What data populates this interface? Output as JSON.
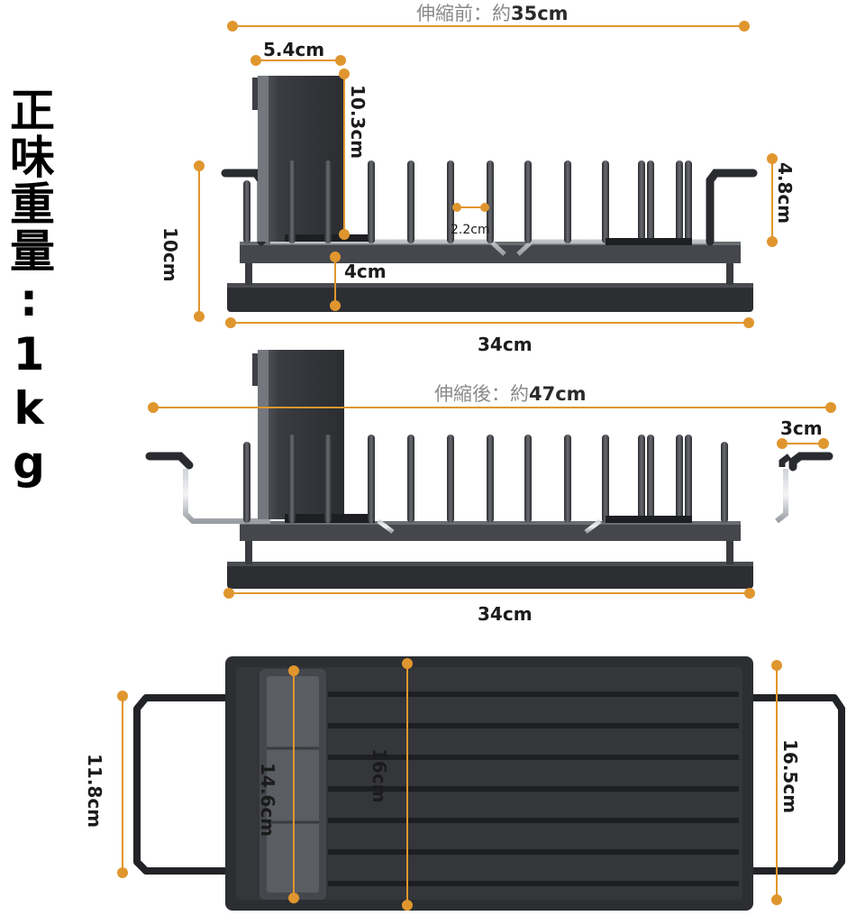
{
  "weight_label": "正味重量:1kg",
  "colors": {
    "dimension_line": "#e0962e",
    "rack": "#3a3c40",
    "tray": "#2a2c30"
  },
  "top_view": {
    "title_prefix": "伸縮前：約",
    "title_value": "35cm",
    "dims": {
      "holder_width": "5.4cm",
      "holder_height": "10.3cm",
      "side_height": "10cm",
      "end_height": "4.8cm",
      "slot_gap": "2.2cm",
      "base_gap": "4cm",
      "base_length": "34cm"
    }
  },
  "middle_view": {
    "title_prefix": "伸縮後：約",
    "title_value": "47cm",
    "dims": {
      "extension": "3cm",
      "base_length": "34cm"
    }
  },
  "bottom_view": {
    "dims": {
      "handle_width": "11.8cm",
      "holder_length": "14.6cm",
      "inner_length": "16cm",
      "tray_width": "16.5cm"
    }
  }
}
